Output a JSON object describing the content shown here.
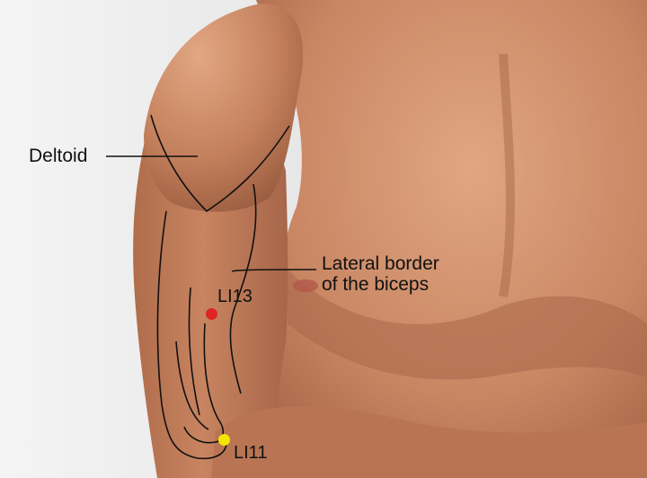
{
  "labels": {
    "deltoid": "Deltoid",
    "lateral_border_line1": "Lateral border",
    "lateral_border_line2": "of the biceps",
    "li13": "LI13",
    "li11": "LI11"
  },
  "points": {
    "li13_color": "#e02424",
    "li11_color": "#f5e400"
  },
  "colors": {
    "background": "#e9e9e9",
    "skin_light": "#d79a76",
    "skin_mid": "#bd7a57",
    "skin_dark": "#8e5238",
    "line": "#111111"
  }
}
